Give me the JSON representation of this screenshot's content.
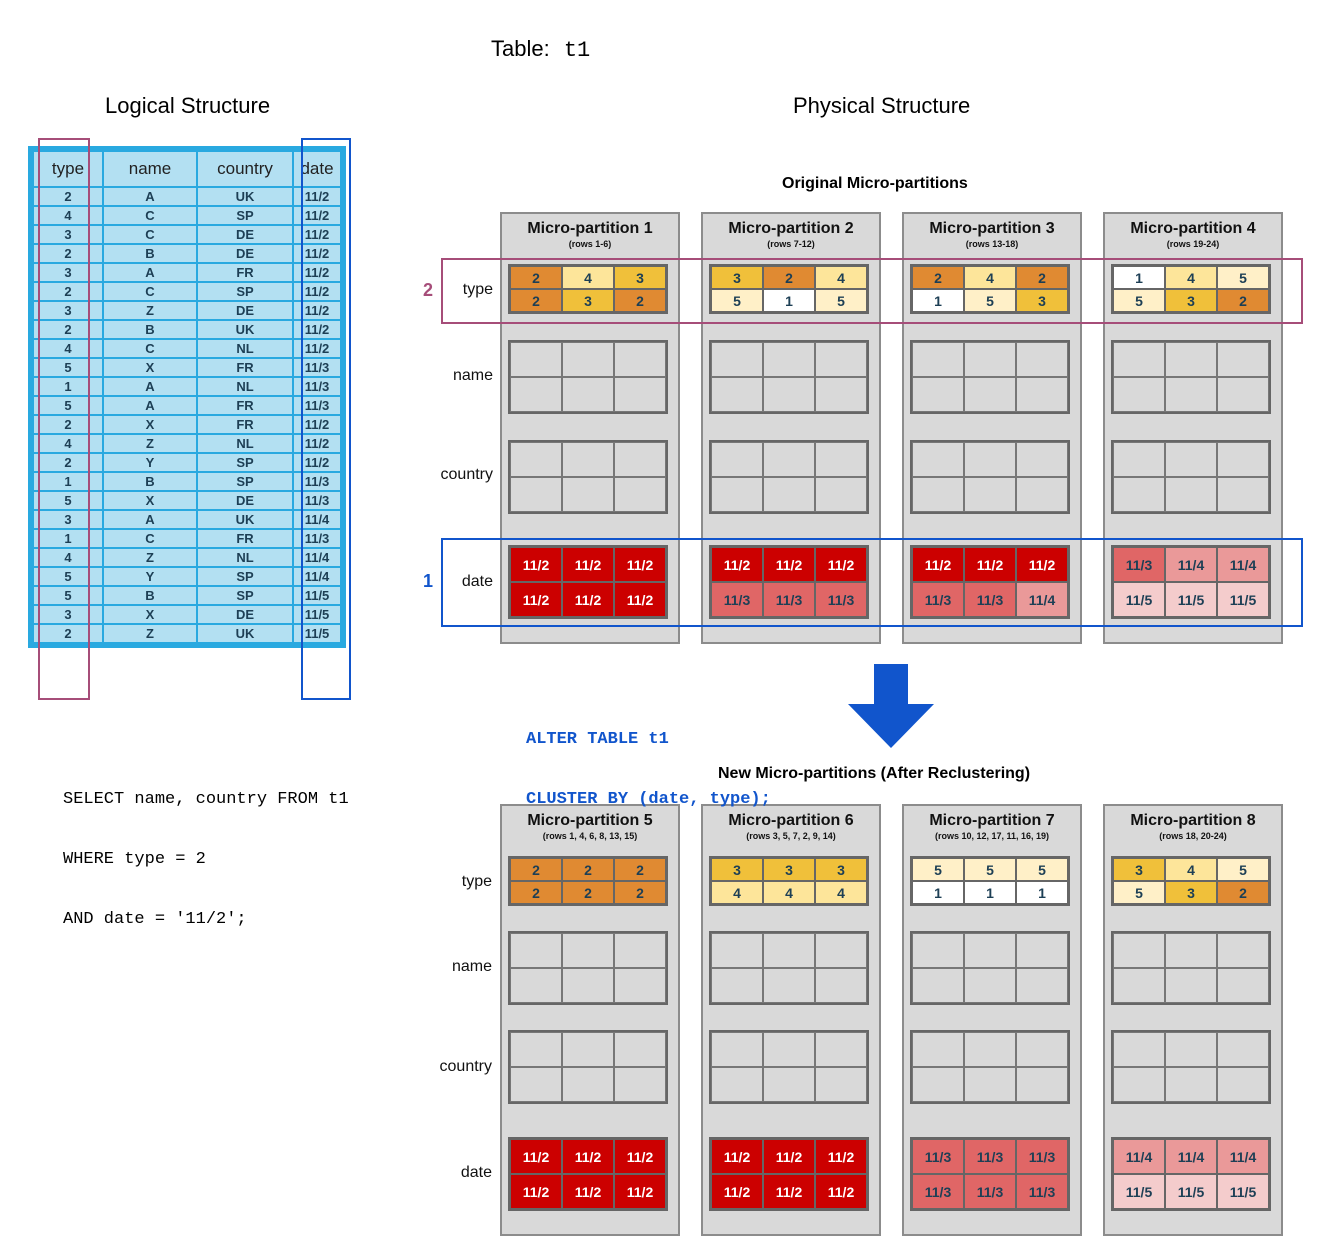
{
  "title": {
    "label": "Table:",
    "name": "t1"
  },
  "logical": {
    "heading": "Logical Structure",
    "columns": [
      "type",
      "name",
      "country",
      "date"
    ],
    "rows": [
      [
        "2",
        "A",
        "UK",
        "11/2"
      ],
      [
        "4",
        "C",
        "SP",
        "11/2"
      ],
      [
        "3",
        "C",
        "DE",
        "11/2"
      ],
      [
        "2",
        "B",
        "DE",
        "11/2"
      ],
      [
        "3",
        "A",
        "FR",
        "11/2"
      ],
      [
        "2",
        "C",
        "SP",
        "11/2"
      ],
      [
        "3",
        "Z",
        "DE",
        "11/2"
      ],
      [
        "2",
        "B",
        "UK",
        "11/2"
      ],
      [
        "4",
        "C",
        "NL",
        "11/2"
      ],
      [
        "5",
        "X",
        "FR",
        "11/3"
      ],
      [
        "1",
        "A",
        "NL",
        "11/3"
      ],
      [
        "5",
        "A",
        "FR",
        "11/3"
      ],
      [
        "2",
        "X",
        "FR",
        "11/2"
      ],
      [
        "4",
        "Z",
        "NL",
        "11/2"
      ],
      [
        "2",
        "Y",
        "SP",
        "11/2"
      ],
      [
        "1",
        "B",
        "SP",
        "11/3"
      ],
      [
        "5",
        "X",
        "DE",
        "11/3"
      ],
      [
        "3",
        "A",
        "UK",
        "11/4"
      ],
      [
        "1",
        "C",
        "FR",
        "11/3"
      ],
      [
        "4",
        "Z",
        "NL",
        "11/4"
      ],
      [
        "5",
        "Y",
        "SP",
        "11/4"
      ],
      [
        "5",
        "B",
        "SP",
        "11/5"
      ],
      [
        "3",
        "X",
        "DE",
        "11/5"
      ],
      [
        "2",
        "Z",
        "UK",
        "11/5"
      ]
    ]
  },
  "query": [
    "SELECT name, country FROM t1",
    "WHERE type = 2",
    "AND date = '11/2';"
  ],
  "physical": {
    "heading": "Physical Structure",
    "original_label": "Original Micro-partitions",
    "new_label": "New Micro-partitions (After Reclustering)",
    "row_labels": [
      "type",
      "name",
      "country",
      "date"
    ],
    "highlight_type_num": "2",
    "highlight_date_num": "1",
    "original": [
      {
        "title": "Micro-partition 1",
        "rows": "(rows 1-6)",
        "type": [
          "2",
          "4",
          "3",
          "2",
          "3",
          "2"
        ],
        "date": [
          "11/2",
          "11/2",
          "11/2",
          "11/2",
          "11/2",
          "11/2"
        ]
      },
      {
        "title": "Micro-partition 2",
        "rows": "(rows 7-12)",
        "type": [
          "3",
          "2",
          "4",
          "5",
          "1",
          "5"
        ],
        "date": [
          "11/2",
          "11/2",
          "11/2",
          "11/3",
          "11/3",
          "11/3"
        ]
      },
      {
        "title": "Micro-partition 3",
        "rows": "(rows 13-18)",
        "type": [
          "2",
          "4",
          "2",
          "1",
          "5",
          "3"
        ],
        "date": [
          "11/2",
          "11/2",
          "11/2",
          "11/3",
          "11/3",
          "11/4"
        ]
      },
      {
        "title": "Micro-partition 4",
        "rows": "(rows 19-24)",
        "type": [
          "1",
          "4",
          "5",
          "5",
          "3",
          "2"
        ],
        "date": [
          "11/3",
          "11/4",
          "11/4",
          "11/5",
          "11/5",
          "11/5"
        ]
      }
    ],
    "new": [
      {
        "title": "Micro-partition 5",
        "rows": "(rows 1, 4, 6, 8, 13, 15)",
        "type": [
          "2",
          "2",
          "2",
          "2",
          "2",
          "2"
        ],
        "date": [
          "11/2",
          "11/2",
          "11/2",
          "11/2",
          "11/2",
          "11/2"
        ]
      },
      {
        "title": "Micro-partition 6",
        "rows": "(rows 3, 5, 7, 2, 9, 14)",
        "type": [
          "3",
          "3",
          "3",
          "4",
          "4",
          "4"
        ],
        "date": [
          "11/2",
          "11/2",
          "11/2",
          "11/2",
          "11/2",
          "11/2"
        ]
      },
      {
        "title": "Micro-partition 7",
        "rows": "(rows 10, 12, 17, 11, 16, 19)",
        "type": [
          "5",
          "5",
          "5",
          "1",
          "1",
          "1"
        ],
        "date": [
          "11/3",
          "11/3",
          "11/3",
          "11/3",
          "11/3",
          "11/3"
        ]
      },
      {
        "title": "Micro-partition 8",
        "rows": "(rows 18, 20-24)",
        "type": [
          "3",
          "4",
          "5",
          "5",
          "3",
          "2"
        ],
        "date": [
          "11/4",
          "11/4",
          "11/4",
          "11/5",
          "11/5",
          "11/5"
        ]
      }
    ]
  },
  "sql": [
    "ALTER TABLE t1",
    "CLUSTER BY (date, type);"
  ],
  "colors": {
    "type": {
      "1": "#ffffff",
      "2": "#e08a32",
      "3": "#f0c03a",
      "4": "#fde59a",
      "5": "#fff0c8"
    },
    "date": {
      "11/2": "#cc0000",
      "11/3": "#e06666",
      "11/4": "#ea9999",
      "11/5": "#f4cccc"
    },
    "date_text": {
      "11/2": "#ffffff",
      "11/3": "#1d3f55",
      "11/4": "#1d3f55",
      "11/5": "#1d3f55"
    },
    "type_highlight": "#a64d79",
    "date_highlight": "#1155cc",
    "sql_text": "#1155cc",
    "arrow": "#1155cc"
  }
}
